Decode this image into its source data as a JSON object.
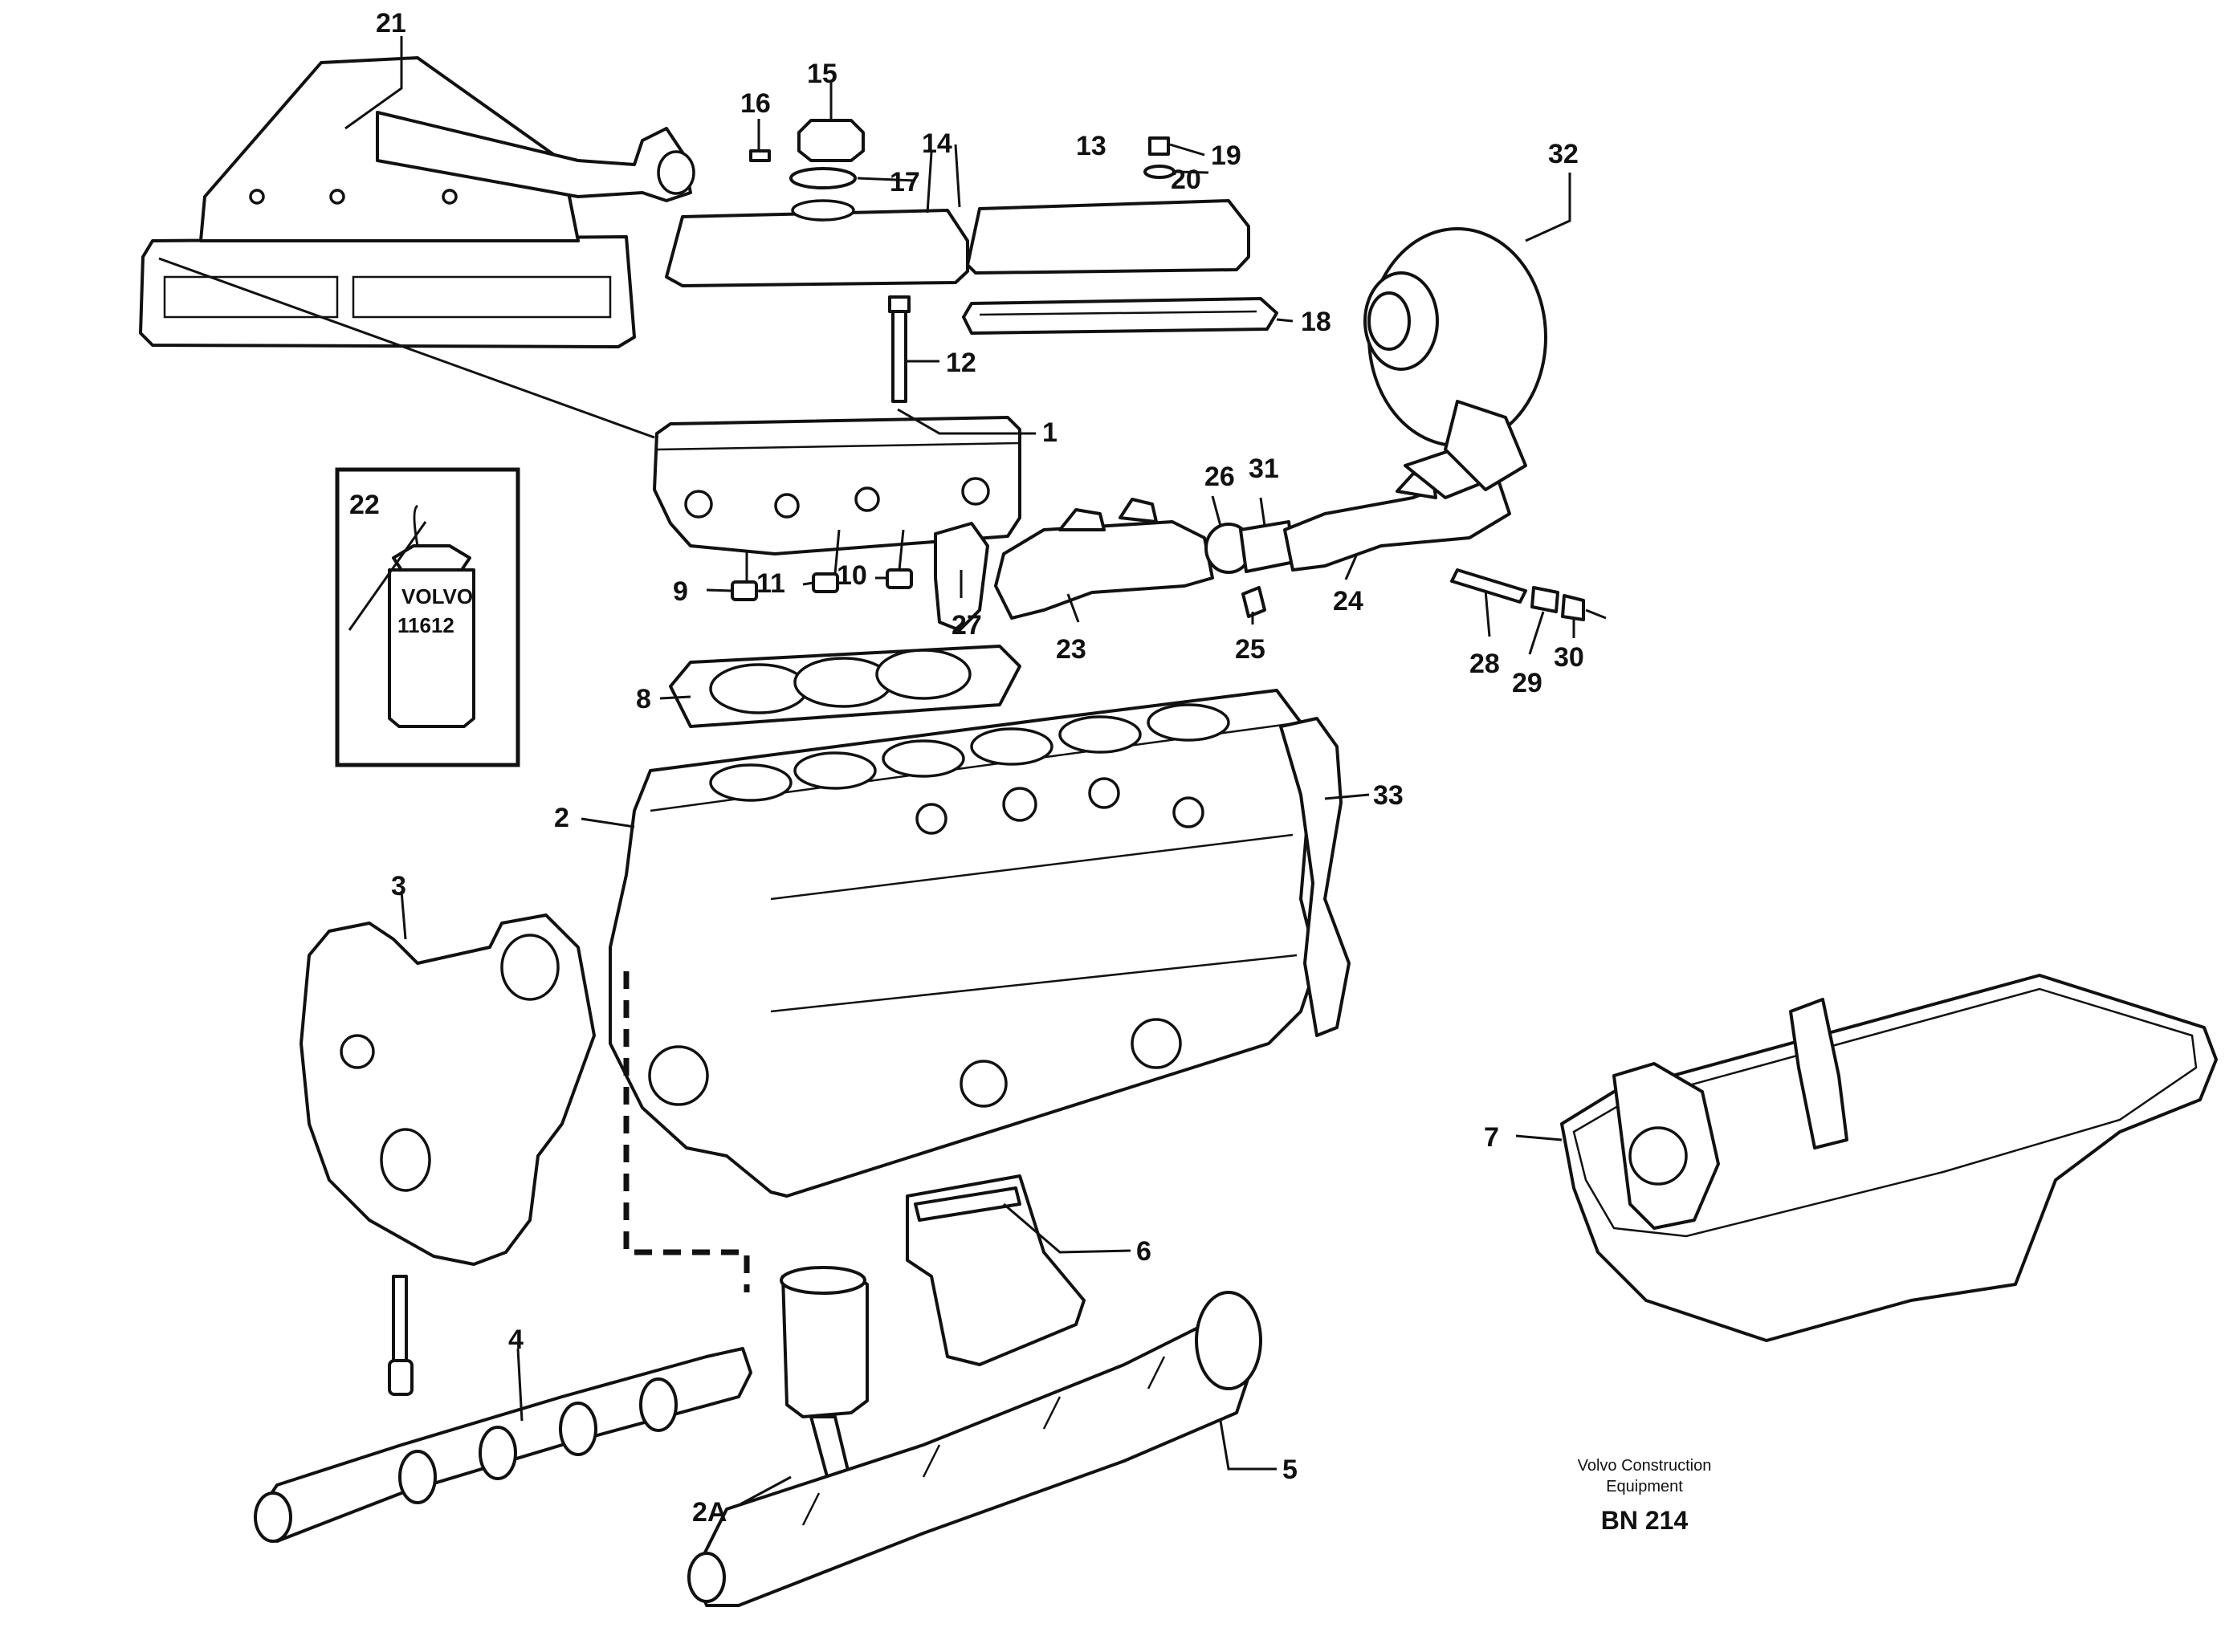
{
  "callouts": [
    "1",
    "2",
    "2A",
    "3",
    "4",
    "5",
    "6",
    "7",
    "8",
    "9",
    "10",
    "11",
    "12",
    "13",
    "14",
    "15",
    "16",
    "17",
    "18",
    "19",
    "20",
    "21",
    "22",
    "23",
    "24",
    "25",
    "26",
    "27",
    "28",
    "29",
    "30",
    "31",
    "32",
    "33"
  ],
  "bottle": {
    "brand": "VOLVO",
    "number": "11612"
  },
  "footer": {
    "line1": "Volvo Construction",
    "line2": "Equipment",
    "code": "BN 214"
  }
}
